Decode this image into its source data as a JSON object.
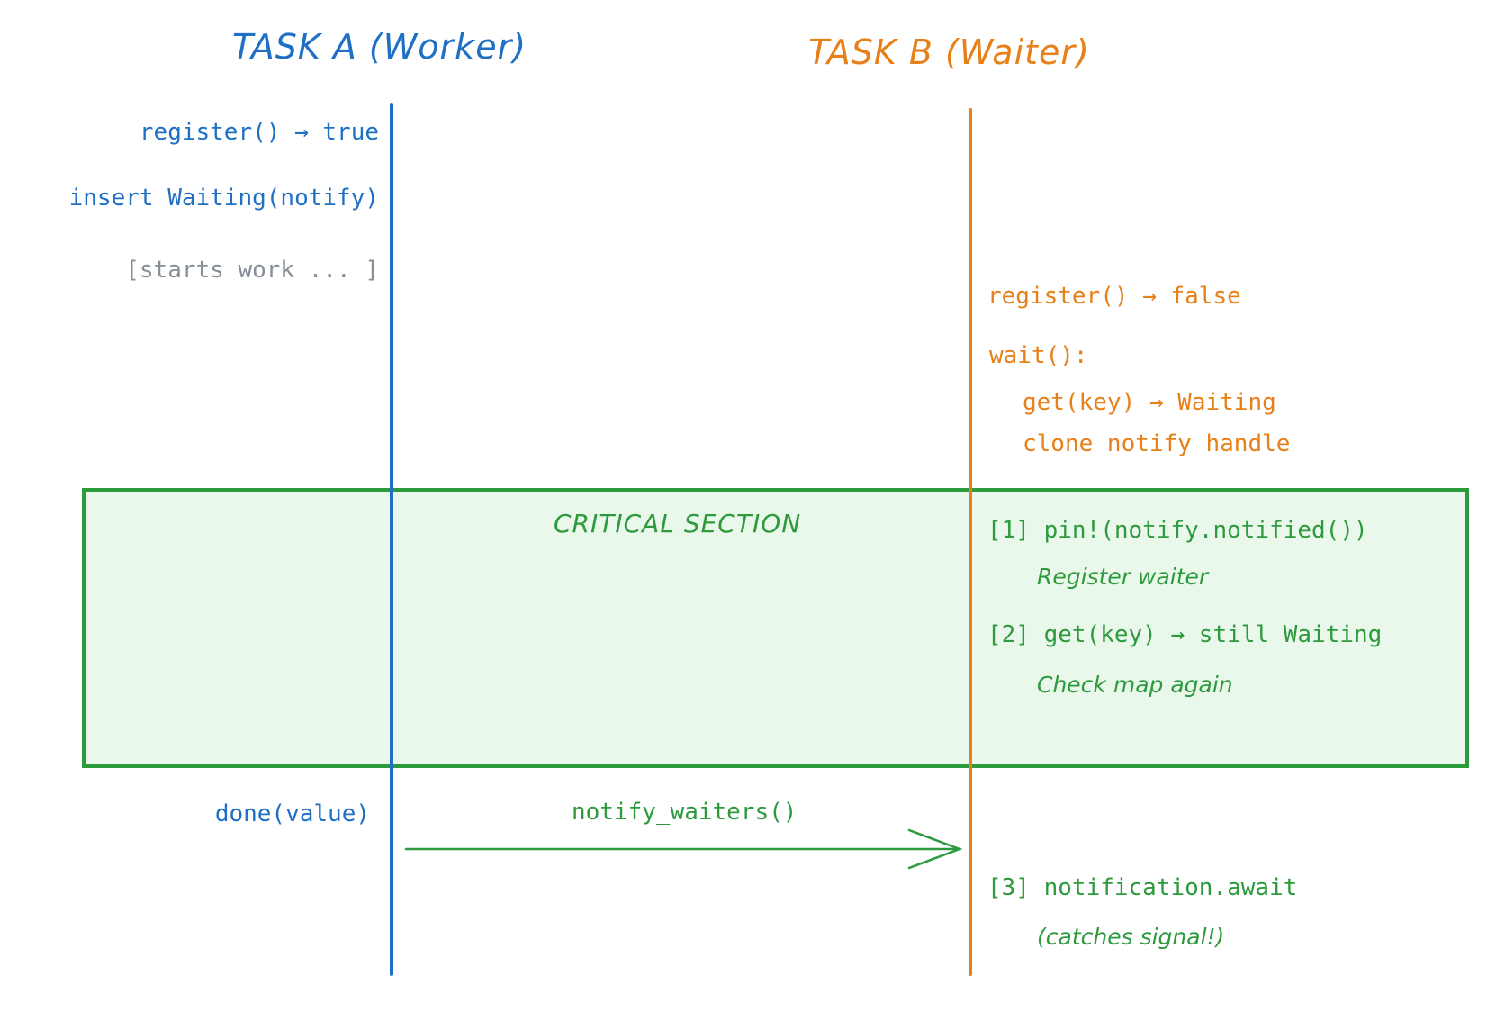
{
  "task_a": {
    "title": "TASK A (Worker)",
    "lines": [
      "register() → true",
      "insert Waiting(notify)",
      "[starts work ... ]"
    ],
    "done": "done(value)"
  },
  "task_b": {
    "title": "TASK B (Waiter)",
    "register": "register() → false",
    "wait": "wait():",
    "get_key": "get(key) → Waiting",
    "clone": "clone notify handle"
  },
  "critical": {
    "label": "CRITICAL SECTION",
    "step1": "[1] pin!(notify.notified())",
    "step1_note": "Register waiter",
    "step2": "[2] get(key) → still Waiting",
    "step2_note": "Check map again"
  },
  "message": {
    "label": "notify_waiters()"
  },
  "step3": {
    "label": "[3] notification.await",
    "note": "(catches signal!)"
  },
  "colors": {
    "task_a": "#1f6fc5",
    "task_b": "#e8801a",
    "critical": "#2e9a3e",
    "critical_fill": "#e9f8ea",
    "muted": "#868e96"
  }
}
